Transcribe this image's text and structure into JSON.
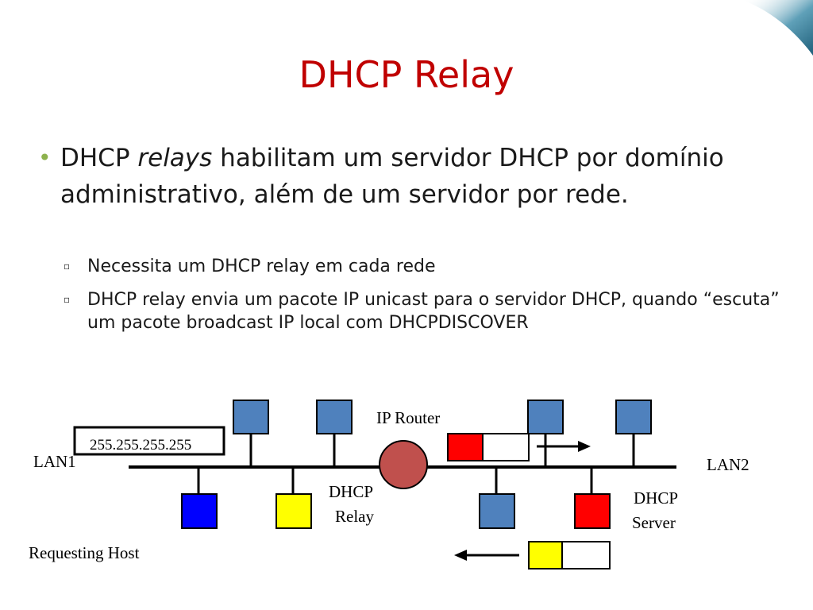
{
  "slide": {
    "title": "DHCP Relay",
    "bullets": [
      {
        "pre": "DHCP ",
        "italic": "relays",
        "post": " habilitam um servidor DHCP por domínio administrativo, além de um servidor por rede."
      }
    ],
    "sub_bullets": [
      "Necessita um DHCP relay em cada rede",
      "DHCP relay envia um pacote IP unicast para o servidor DHCP, quando “escuta” um pacote broadcast IP local com DHCPDISCOVER"
    ]
  },
  "diagram": {
    "labels": {
      "ip_router": "IP Router",
      "lan1": "LAN1",
      "lan2": "LAN2",
      "dhcp_relay_line1": "DHCP",
      "dhcp_relay_line2": "Relay",
      "dhcp_server_line1": "DHCP",
      "dhcp_server_line2": "Server",
      "requesting_host": "Requesting Host",
      "broadcast_address": "255.255.255.255"
    },
    "colors": {
      "host": "#4f81bd",
      "requesting_host": "#0000ff",
      "relay": "#ffff00",
      "server": "#ff0000",
      "router": "#c0504d",
      "title": "#c00000",
      "bullet": "#8db24d"
    }
  }
}
